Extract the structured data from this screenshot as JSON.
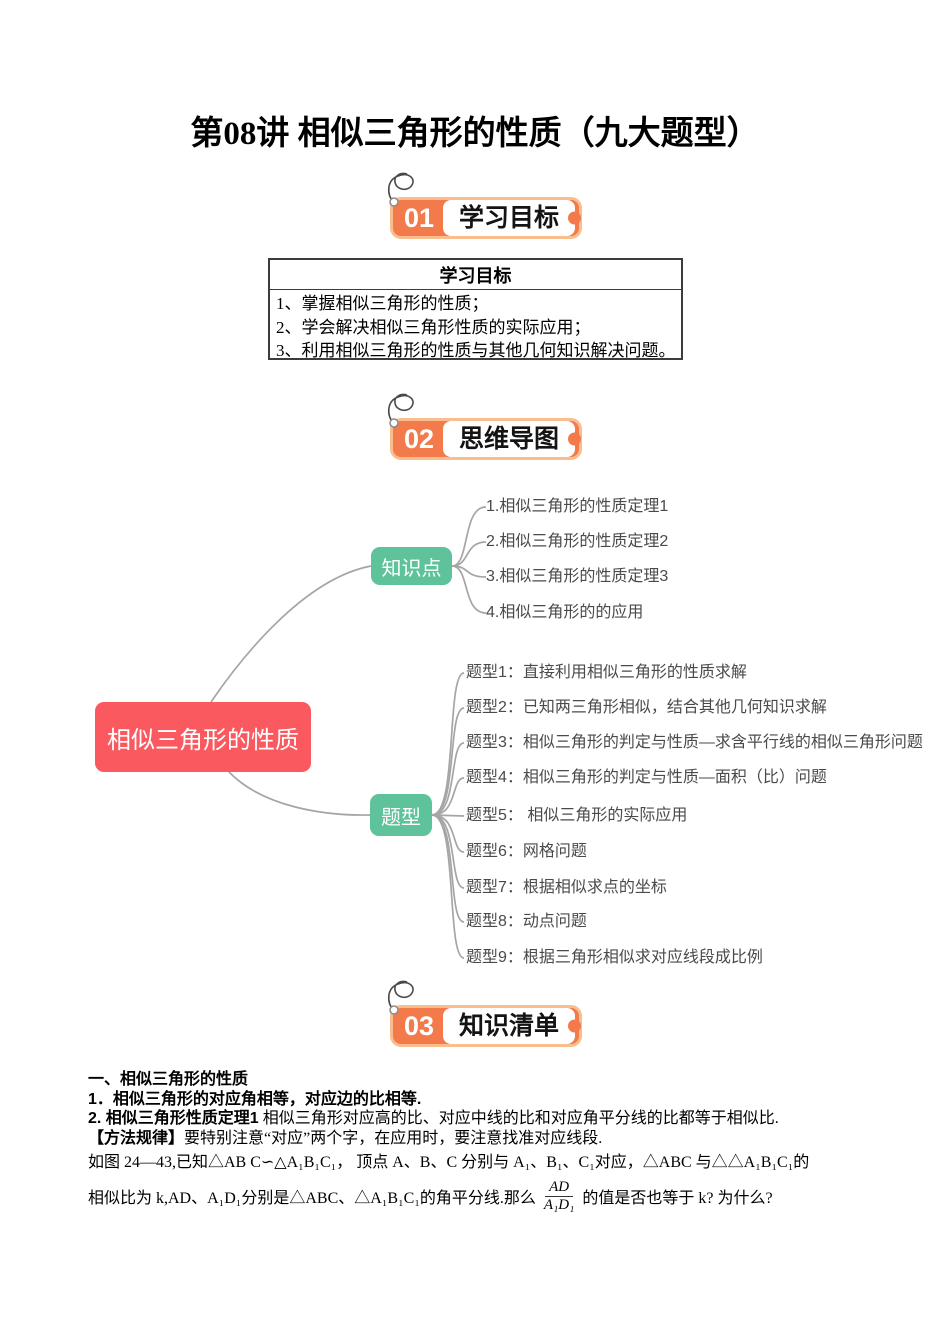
{
  "theme": {
    "badge_orange": "#F27A4B",
    "badge_border": "#F9BD8E",
    "root_bg": "#FA5A5F",
    "branch_bg": "#5EC29A",
    "line_gray": "#A5A5A5"
  },
  "page": {
    "title": "第08讲 相似三角形的性质（九大题型）"
  },
  "badges": [
    {
      "number": "01",
      "label": "学习目标"
    },
    {
      "number": "02",
      "label": "思维导图"
    },
    {
      "number": "03",
      "label": "知识清单"
    }
  ],
  "goals_table": {
    "header": "学习目标",
    "items": [
      "1、掌握相似三角形的性质；",
      "2、学会解决相似三角形性质的实际应用；",
      "3、利用相似三角形的性质与其他几何知识解决问题。"
    ]
  },
  "mindmap": {
    "root": "相似三角形的性质",
    "branches": [
      {
        "label": "知识点",
        "items": [
          "1.相似三角形的性质定理1",
          "2.相似三角形的性质定理2",
          "3.相似三角形的性质定理3",
          "4.相似三角形的的应用"
        ]
      },
      {
        "label": "题型",
        "items": [
          "题型1：直接利用相似三角形的性质求解",
          "题型2：已知两三角形相似，结合其他几何知识求解",
          "题型3：相似三角形的判定与性质—求含平行线的相似三角形问题",
          "题型4：相似三角形的判定与性质—面积（比）问题",
          "题型5： 相似三角形的实际应用",
          "题型6：网格问题",
          "题型7：根据相似求点的坐标",
          "题型8：动点问题",
          "题型9：根据三角形相似求对应线段成比例"
        ]
      }
    ]
  },
  "knowledge": {
    "heading1": "一、相似三角形的性质",
    "point1": "1．相似三角形的对应角相等，对应边的比相等.",
    "point2_bold": "2. 相似三角形性质定理1",
    "point2_text": " 相似三角形对应高的比、对应中线的比和对应角平分线的比都等于相似比.",
    "method_bold": "【方法规律】",
    "method_text": "要特别注意“对应”两个字，在应用时，要注意找准对应线段.",
    "para_line1": "如图 24—43,已知△AB C∽△A₁B₁C₁， 顶点 A、B、C 分别与 A₁、B₁、C₁对应，△ABC 与△△A₁B₁C₁的",
    "para_line2_before": "相似比为 k,AD、A₁D₁分别是△ABC、△A₁B₁C₁的角平分线.那么",
    "frac_num": "AD",
    "frac_den": "A₁D₁",
    "para_line2_after": "的值是否也等于 k?  为什么?"
  }
}
